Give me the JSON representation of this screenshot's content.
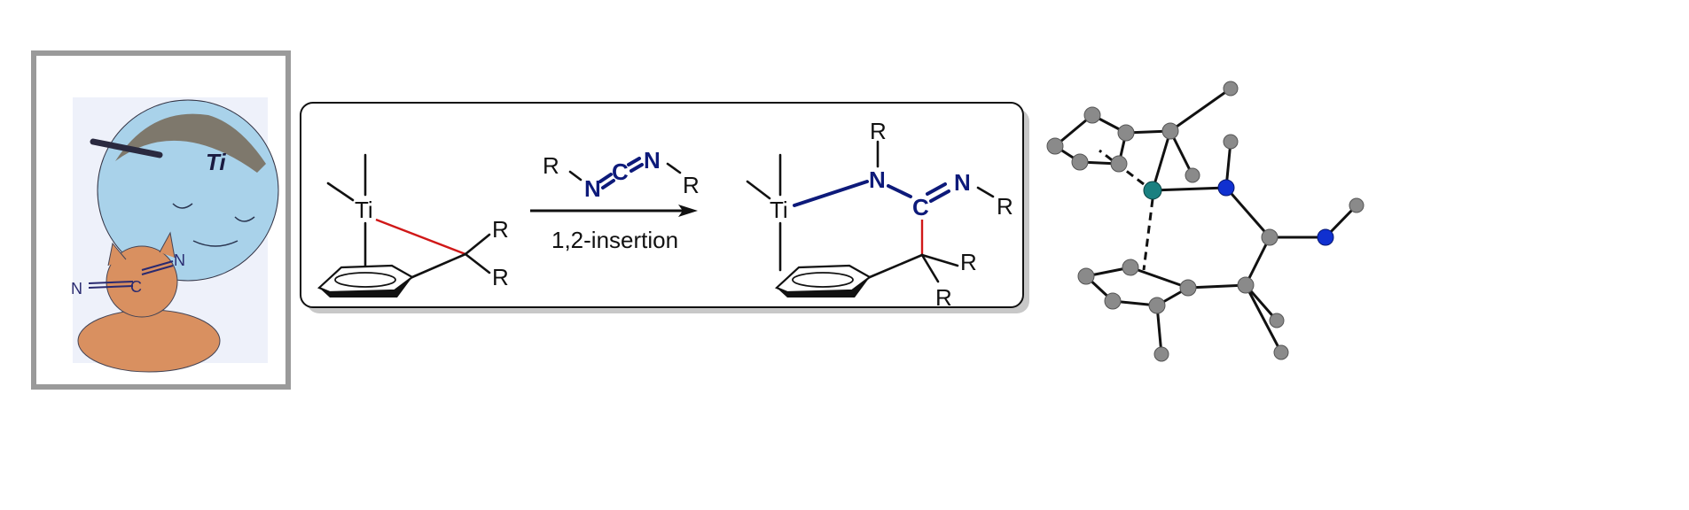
{
  "cartoon": {
    "cap_label": "Ti",
    "molecule_label": [
      "N",
      "C",
      "N"
    ]
  },
  "scheme": {
    "reactant": {
      "metal": "Ti",
      "substituents": [
        "R",
        "R"
      ]
    },
    "reagent": {
      "atoms": [
        "R",
        "N",
        "C",
        "N",
        "R"
      ]
    },
    "arrow_label": "1,2-insertion",
    "product": {
      "metal": "Ti",
      "n_top_r": "R",
      "n1": "N",
      "c": "C",
      "n2": "N",
      "n2_r": "R",
      "substituents": [
        "R",
        "R"
      ]
    }
  },
  "colors": {
    "bond_highlight": "#d01818",
    "nitrogen": "#0d1a7a",
    "titanium_atom": "#1a8080",
    "nitrogen_atom": "#1030d0",
    "carbon_atom": "#8a8a8a"
  }
}
